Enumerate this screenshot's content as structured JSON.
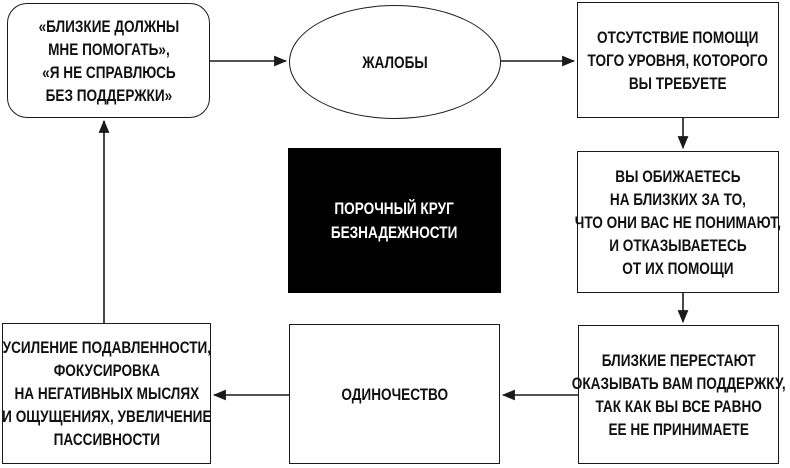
{
  "diagram": {
    "nodes": {
      "beliefs": {
        "shape": "rounded-rect",
        "text": "«БЛИЗКИЕ ДОЛЖНЫ\nМНЕ ПОМОГАТЬ»,\n«Я НЕ СПРАВЛЮСЬ\nБЕЗ ПОДДЕРЖКИ»"
      },
      "complaints": {
        "shape": "ellipse",
        "text": "ЖАЛОБЫ"
      },
      "lack_of_help": {
        "shape": "rect",
        "text": "ОТСУТСТВИЕ ПОМОЩИ\nТОГО УРОВНЯ, КОТОРОГО\nВЫ ТРЕБУЕТЕ"
      },
      "center_label": {
        "shape": "filled-rect",
        "background": "#000000",
        "text_color": "#ffffff",
        "text": "ПОРОЧНЫЙ КРУГ\nБЕЗНАДЕЖНОСТИ"
      },
      "resentment": {
        "shape": "rect",
        "text": "ВЫ ОБИЖАЕТЕСЬ\nНА БЛИЗКИХ ЗА ТО,\nЧТО ОНИ ВАС НЕ ПОНИМАЮТ,\nИ ОТКАЗЫВАЕТЕСЬ\nОТ ИХ ПОМОЩИ"
      },
      "support_withdrawn": {
        "shape": "rect",
        "text": "БЛИЗКИЕ ПЕРЕСТАЮТ\nОКАЗЫВАТЬ ВАМ ПОДДЕРЖКУ,\nТАК КАК ВЫ ВСЕ РАВНО\nЕЕ НЕ ПРИНИМАЕТЕ"
      },
      "loneliness": {
        "shape": "rect",
        "text": "ОДИНОЧЕСТВО"
      },
      "depression": {
        "shape": "rect",
        "text": "УСИЛЕНИЕ ПОДАВЛЕННОСТИ,\nФОКУСИРОВКА\nНА НЕГАТИВНЫХ МЫСЛЯХ\nИ ОЩУЩЕНИЯХ, УВЕЛИЧЕНИЕ\nПАССИВНОСТИ"
      }
    },
    "edges": [
      {
        "from": "beliefs",
        "to": "complaints"
      },
      {
        "from": "complaints",
        "to": "lack_of_help"
      },
      {
        "from": "lack_of_help",
        "to": "resentment"
      },
      {
        "from": "resentment",
        "to": "support_withdrawn"
      },
      {
        "from": "support_withdrawn",
        "to": "loneliness"
      },
      {
        "from": "loneliness",
        "to": "depression"
      },
      {
        "from": "depression",
        "to": "beliefs"
      }
    ],
    "colors": {
      "line": "#1a1a1a",
      "node_background": "#ffffff",
      "center_background": "#000000",
      "center_text": "#ffffff"
    }
  }
}
